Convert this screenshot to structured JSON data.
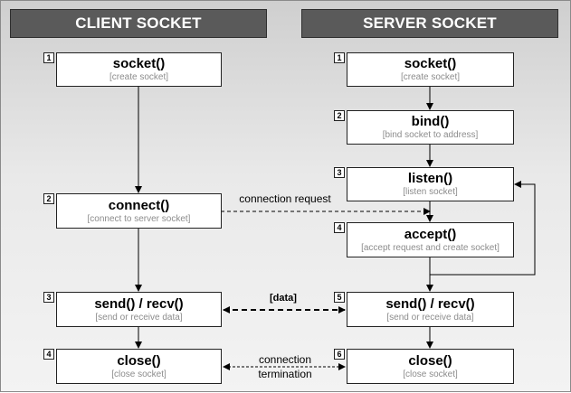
{
  "headers": {
    "client": "CLIENT SOCKET",
    "server": "SERVER SOCKET"
  },
  "client": [
    {
      "num": "1",
      "title": "socket()",
      "desc": "[create socket]"
    },
    {
      "num": "2",
      "title": "connect()",
      "desc": "[connect to server socket]"
    },
    {
      "num": "3",
      "title": "send() / recv()",
      "desc": "[send or receive data]"
    },
    {
      "num": "4",
      "title": "close()",
      "desc": "[close socket]"
    }
  ],
  "server": [
    {
      "num": "1",
      "title": "socket()",
      "desc": "[create socket]"
    },
    {
      "num": "2",
      "title": "bind()",
      "desc": "[bind socket to address]"
    },
    {
      "num": "3",
      "title": "listen()",
      "desc": "[listen socket]"
    },
    {
      "num": "4",
      "title": "accept()",
      "desc": "[accept request and create socket]"
    },
    {
      "num": "5",
      "title": "send() / recv()",
      "desc": "[send or receive data]"
    },
    {
      "num": "6",
      "title": "close()",
      "desc": "[close socket]"
    }
  ],
  "links": {
    "connection_request": "connection request",
    "data": "[data]",
    "termination_line1": "connection",
    "termination_line2": "termination"
  }
}
